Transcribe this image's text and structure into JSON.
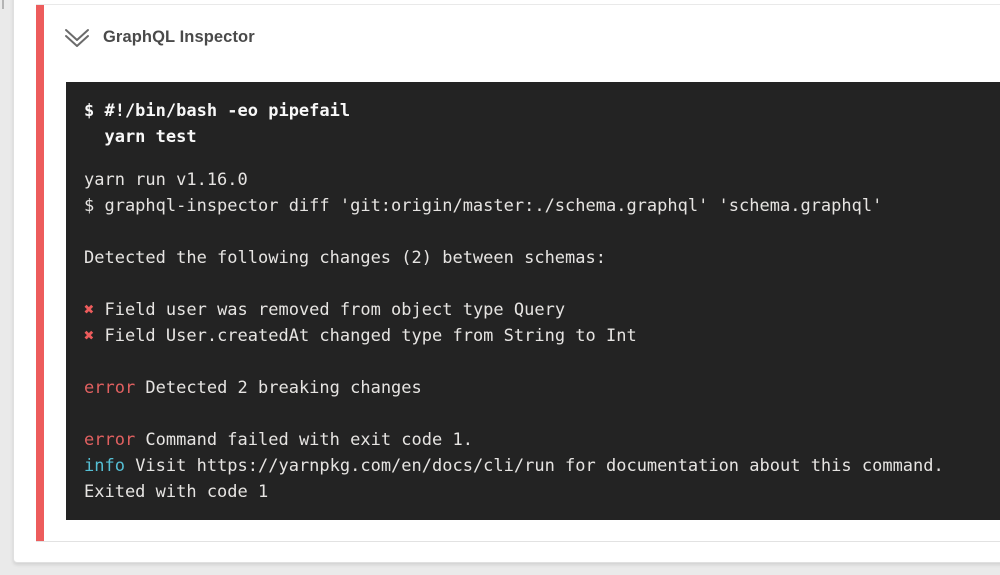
{
  "header": {
    "title": "GraphQL Inspector",
    "chevron_icon": "double-chevron-down-icon"
  },
  "colors": {
    "page_bg": "#eaeaea",
    "accent_red": "#ed5c5c",
    "terminal_bg": "#232323",
    "terminal_text": "#e6e4e2",
    "terminal_bold_text": "#f8f8f8",
    "error_red": "#e06060",
    "info_cyan": "#55bfd4",
    "cross_red": "#ed5c5c"
  },
  "terminal": {
    "command_lines": [
      "$ #!/bin/bash -eo pipefail",
      "  yarn test"
    ],
    "output_lines": [
      [
        {
          "t": "yarn run v1.16.0"
        }
      ],
      [
        {
          "t": "$ graphql-inspector diff 'git:origin/master:./schema.graphql' 'schema.graphql'"
        }
      ],
      [],
      [
        {
          "t": "Detected the following changes (2) between schemas:"
        }
      ],
      [],
      [
        {
          "t": "✖",
          "c": "cross"
        },
        {
          "t": " Field user was removed from object type Query"
        }
      ],
      [
        {
          "t": "✖",
          "c": "cross"
        },
        {
          "t": " Field User.createdAt changed type from String to Int"
        }
      ],
      [],
      [
        {
          "t": "error",
          "c": "error"
        },
        {
          "t": " Detected 2 breaking changes"
        }
      ],
      [],
      [
        {
          "t": "error",
          "c": "error"
        },
        {
          "t": " Command failed with exit code 1."
        }
      ],
      [
        {
          "t": "info",
          "c": "info"
        },
        {
          "t": " Visit https://yarnpkg.com/en/docs/cli/run for documentation about this command."
        }
      ],
      [
        {
          "t": "Exited with code 1"
        }
      ]
    ]
  }
}
